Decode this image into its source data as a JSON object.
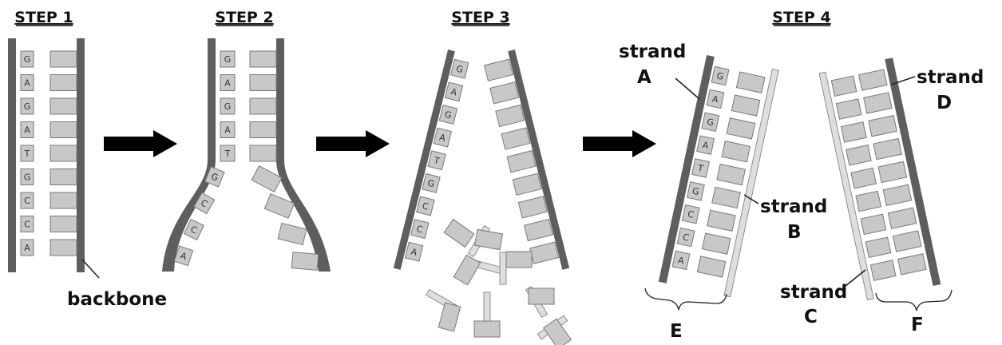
{
  "steps": {
    "step1": {
      "title": "STEP 1",
      "bases": [
        "G",
        "A",
        "G",
        "A",
        "T",
        "G",
        "C",
        "C",
        "A"
      ],
      "label": "backbone"
    },
    "step2": {
      "title": "STEP 2",
      "bases": [
        "G",
        "A",
        "G",
        "A",
        "T",
        "G",
        "C",
        "C",
        "A"
      ]
    },
    "step3": {
      "title": "STEP 3",
      "bases": [
        "G",
        "A",
        "G",
        "A",
        "T",
        "G",
        "C",
        "C",
        "A"
      ]
    },
    "step4": {
      "title": "STEP 4",
      "bases": [
        "G",
        "A",
        "G",
        "A",
        "T",
        "G",
        "C",
        "C",
        "A"
      ]
    }
  },
  "strand_labels": {
    "strand_a": {
      "line1": "strand",
      "line2": "A"
    },
    "strand_b": {
      "line1": "strand",
      "line2": "B"
    },
    "strand_c": {
      "line1": "strand",
      "line2": "C"
    },
    "strand_d": {
      "line1": "strand",
      "line2": "D"
    }
  },
  "bracket_labels": {
    "e": "E",
    "f": "F"
  },
  "colors": {
    "backbone_dark": "#5e5e5e",
    "backbone_light": "#dedede",
    "base_fill": "#c8c8c8",
    "arrow": "#000000"
  }
}
